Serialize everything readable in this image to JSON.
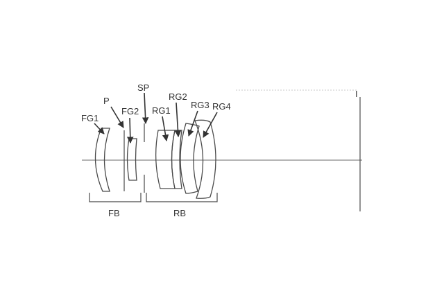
{
  "labels": {
    "fg1": "FG1",
    "p": "P",
    "fg2": "FG2",
    "sp": "SP",
    "rg1": "RG1",
    "rg2": "RG2",
    "rg3": "RG3",
    "rg4": "RG4",
    "image_plane": "I",
    "fb": "FB",
    "rb": "RB"
  }
}
